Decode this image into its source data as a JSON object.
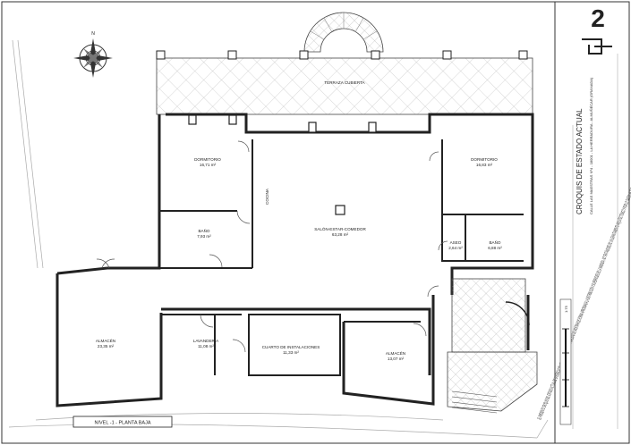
{
  "sheet": {
    "number": "2",
    "title": "CROQUIS DE ESTADO ACTUAL",
    "subtitle_lines": [
      "CALLE LAS MAESTRAS Nº4 - 18001 - LA HERRADURA - ALMUÑÉCAR (GRANADA)"
    ],
    "scale_label": "1:75"
  },
  "notes": "EL PRESENTE CROQUIS DEL ESTADO ACTUAL DE LA EDIFICACIÓN SE REALIZA CON LA ÚNICA FINALIDAD DE MOSTRAR DE FORMA APROXIMADA LA DISTRIBUCIÓN Y SUPERFICIES DE LA VIVIENDA, NO TRATÁNDOSE DE UN LEVANTAMIENTO ARQUITECTÓNICO Y POR LO TANTO LAS SUPERFICIES Y COTAS GRAFIADAS SON APROXIMADAS",
  "floor_label": "NIVEL -1 - PLANTA BAJA",
  "rooms": [
    {
      "name": "TERRAZA CUBIERTA",
      "area": ""
    },
    {
      "name": "DORMITORIO",
      "area": "16,71 m²"
    },
    {
      "name": "DORMITORIO",
      "area": "16,83 m²"
    },
    {
      "name": "COCINA",
      "area": ""
    },
    {
      "name": "SALÓN-ESTAR-COMEDOR",
      "area": "63,28 m²"
    },
    {
      "name": "BAÑO",
      "area": "7,93 m²"
    },
    {
      "name": "ASEO",
      "area": "2,64 m²"
    },
    {
      "name": "BAÑO",
      "area": "6,88 m²"
    },
    {
      "name": "ALMACÉN",
      "area": "23,35 m²"
    },
    {
      "name": "LAVANDERÍA",
      "area": "11,08 m²"
    },
    {
      "name": "CUARTO DE INSTALACIONES",
      "area": "11,33 m²"
    },
    {
      "name": "ALMACÉN",
      "area": "13,07 m²"
    }
  ],
  "compass_icon": "north-arrow-compass-rose"
}
